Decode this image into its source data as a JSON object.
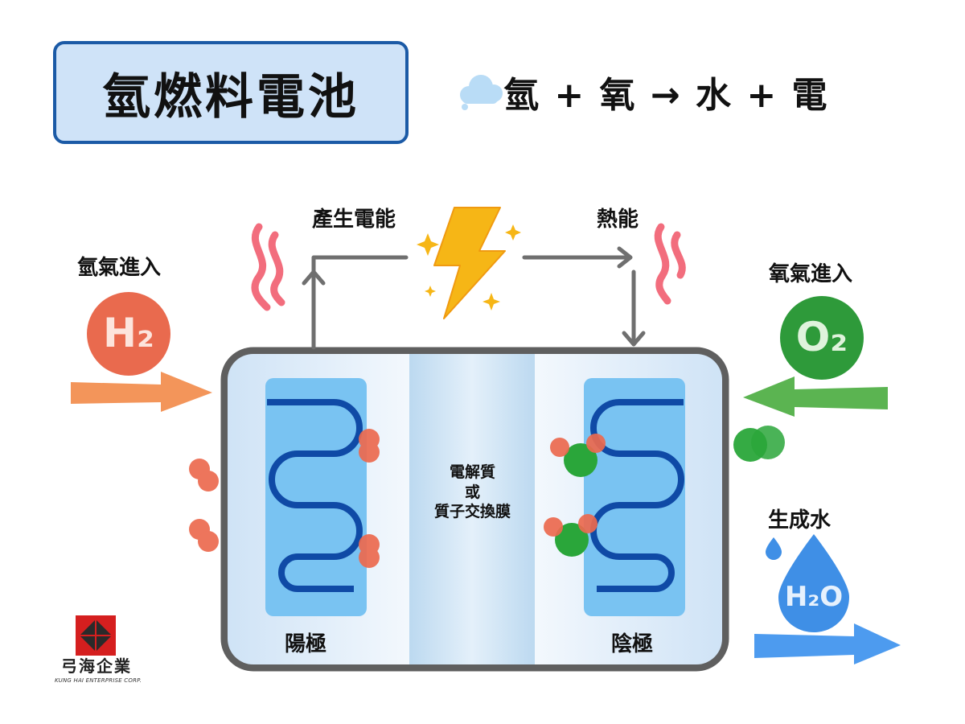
{
  "title": "氫燃料電池",
  "equation": "氫 + 氧 → 水 + 電",
  "labels": {
    "electricity": "產生電能",
    "heat": "熱能",
    "hydrogen_in": "氫氣進入",
    "oxygen_in": "氧氣進入",
    "water_out": "生成水",
    "anode": "陽極",
    "cathode": "陰極",
    "electrolyte_line1": "電解質",
    "electrolyte_line2": "或",
    "electrolyte_line3": "質子交換膜"
  },
  "molecules": {
    "h2": "H₂",
    "o2": "O₂",
    "h2o": "H₂O"
  },
  "logo": {
    "name": "弓海企業",
    "subtitle": "KUNG HAI ENTERPRISE CORP."
  },
  "colors": {
    "hydrogen": "#e96a4e",
    "oxygen": "#2e9a3a",
    "water": "#3f8fe6",
    "title_border": "#1b5aa6",
    "title_bg": "#cfe3f8",
    "coil": "#0f4aa6",
    "bolt": "#f6b616"
  },
  "icons": [
    "cloud-icon",
    "lightning-bolt-icon",
    "heat-wave-icon",
    "water-drop-icon",
    "company-logo-icon"
  ]
}
